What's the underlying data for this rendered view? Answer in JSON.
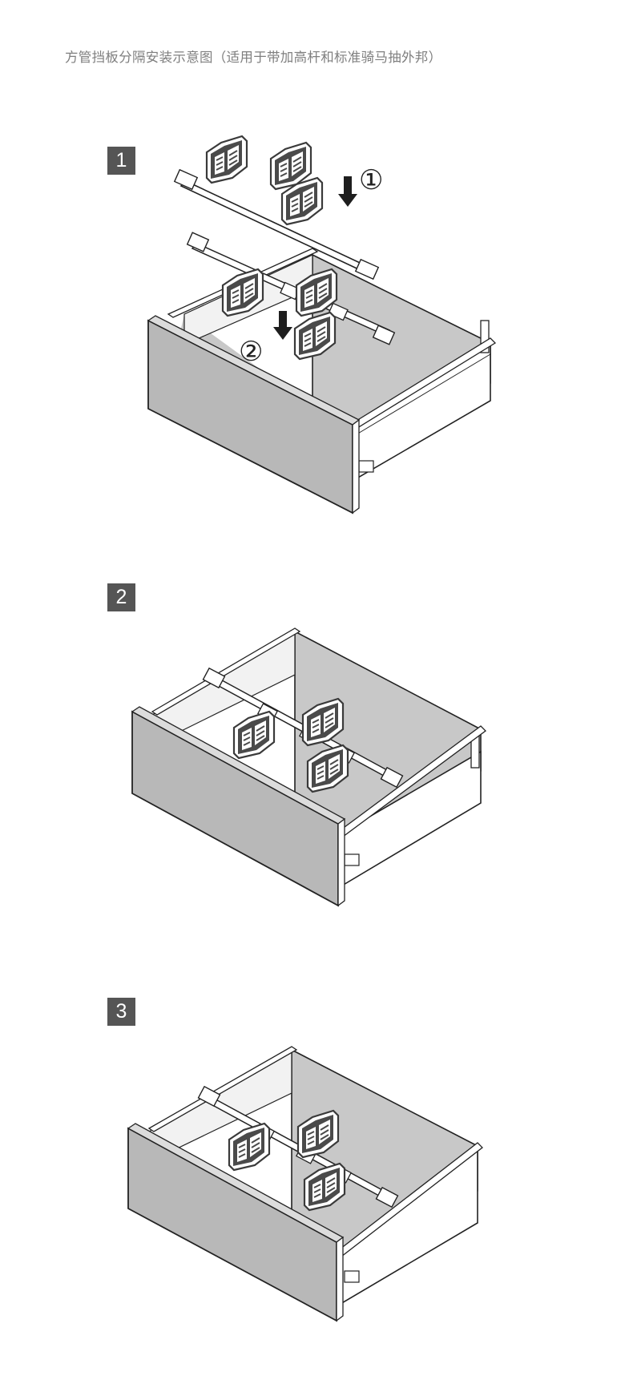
{
  "title": "方管挡板分隔安装示意图（适用于带加高杆和标准骑马抽外邦）",
  "steps": [
    {
      "number": "1"
    },
    {
      "number": "2"
    },
    {
      "number": "3"
    }
  ],
  "markers": {
    "m1": "①",
    "m2": "②"
  },
  "colors": {
    "panel_gray": "#c8c8c8",
    "front_gray": "#b4b4b4",
    "dark_part": "#4a4a4a",
    "badge": "#555555",
    "text": "#7f7f7f"
  }
}
